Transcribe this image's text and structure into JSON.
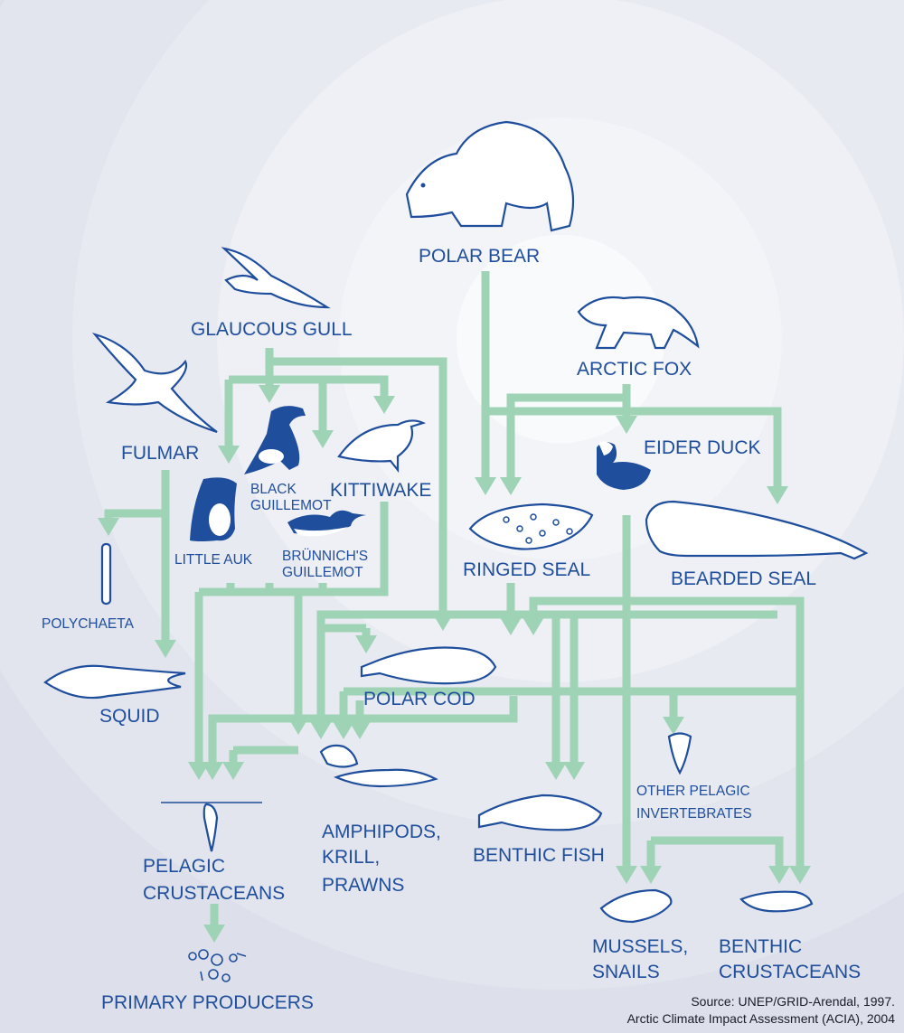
{
  "colors": {
    "text": "#1f4e9c",
    "arrow": "#9fd3b6",
    "background": "#d8dce7"
  },
  "species": {
    "polar_bear": "POLAR BEAR",
    "arctic_fox": "ARCTIC FOX",
    "glaucous_gull": "GLAUCOUS GULL",
    "fulmar": "FULMAR",
    "black_guillemot": [
      "BLACK",
      "GUILLEMOT"
    ],
    "kittiwake": "KITTIWAKE",
    "little_auk": "LITTLE AUK",
    "brunnichs_guillemot": [
      "BRÜNNICH'S",
      "GUILLEMOT"
    ],
    "eider_duck": "EIDER DUCK",
    "ringed_seal": "RINGED SEAL",
    "bearded_seal": "BEARDED SEAL",
    "polychaeta": "POLYCHAETA",
    "squid": "SQUID",
    "polar_cod": "POLAR COD",
    "amphipods": [
      "AMPHIPODS,",
      "KRILL,",
      "PRAWNS"
    ],
    "pelagic_crustaceans": [
      "PELAGIC",
      "CRUSTACEANS"
    ],
    "primary_producers": "PRIMARY PRODUCERS",
    "benthic_fish": "BENTHIC FISH",
    "other_pelagic": [
      "OTHER PELAGIC",
      "INVERTEBRATES"
    ],
    "mussels": [
      "MUSSELS,",
      "SNAILS"
    ],
    "benthic_crustaceans": [
      "BENTHIC",
      "CRUSTACEANS"
    ]
  },
  "source": [
    "Source: UNEP/GRID-Arendal, 1997.",
    "Arctic Climate Impact Assessment (ACIA), 2004"
  ]
}
